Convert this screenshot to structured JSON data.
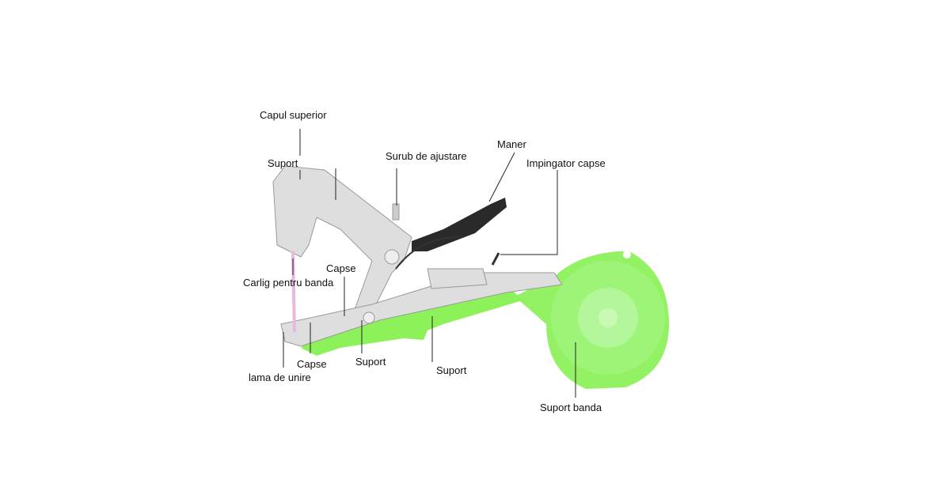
{
  "diagram": {
    "labels": {
      "capul_superior": "Capul superior",
      "suport_top": "Suport",
      "surub": "Surub de ajustare",
      "maner": "Maner",
      "impingator": "Impingator capse",
      "capse_top": "Capse",
      "carlig": "Carlig pentru banda",
      "capse_bottom": "Capse",
      "suport_bottom1": "Suport",
      "suport_bottom2": "Suport",
      "lama": "lama de unire",
      "suport_banda": "Suport banda"
    },
    "colors": {
      "green": "#8df25a",
      "metal": "#dcdcdc",
      "handle": "#2a2a2a",
      "line": "#222222"
    }
  }
}
